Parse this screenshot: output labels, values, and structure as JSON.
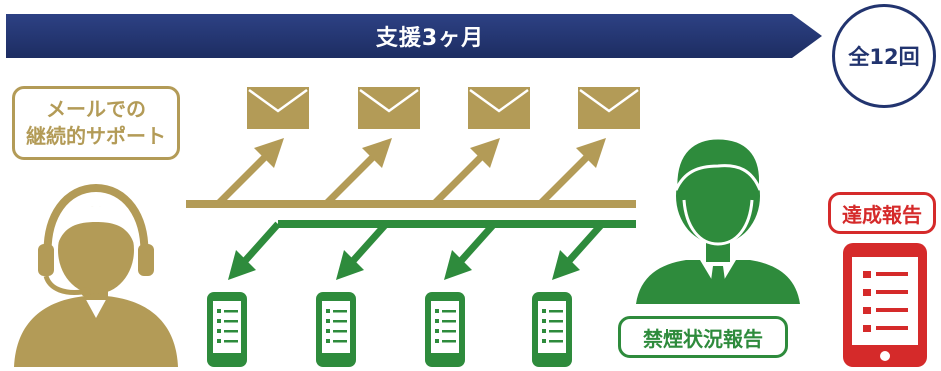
{
  "banner": {
    "label": "支援3ヶ月"
  },
  "badge": {
    "label": "全12回"
  },
  "mail_label": {
    "line1": "メールでの",
    "line2": "継続的サポート"
  },
  "quit_report": {
    "label": "禁煙状況報告"
  },
  "done_report": {
    "label": "達成報告"
  },
  "colors": {
    "banner": "#22346f",
    "gold": "#b39b57",
    "green": "#2e8b3c",
    "red": "#d52a2a"
  },
  "icons": {
    "envelope": "mail-envelope-icon",
    "phone": "smartphone-checklist-icon",
    "operator": "headset-operator-icon",
    "client": "businessman-icon"
  }
}
